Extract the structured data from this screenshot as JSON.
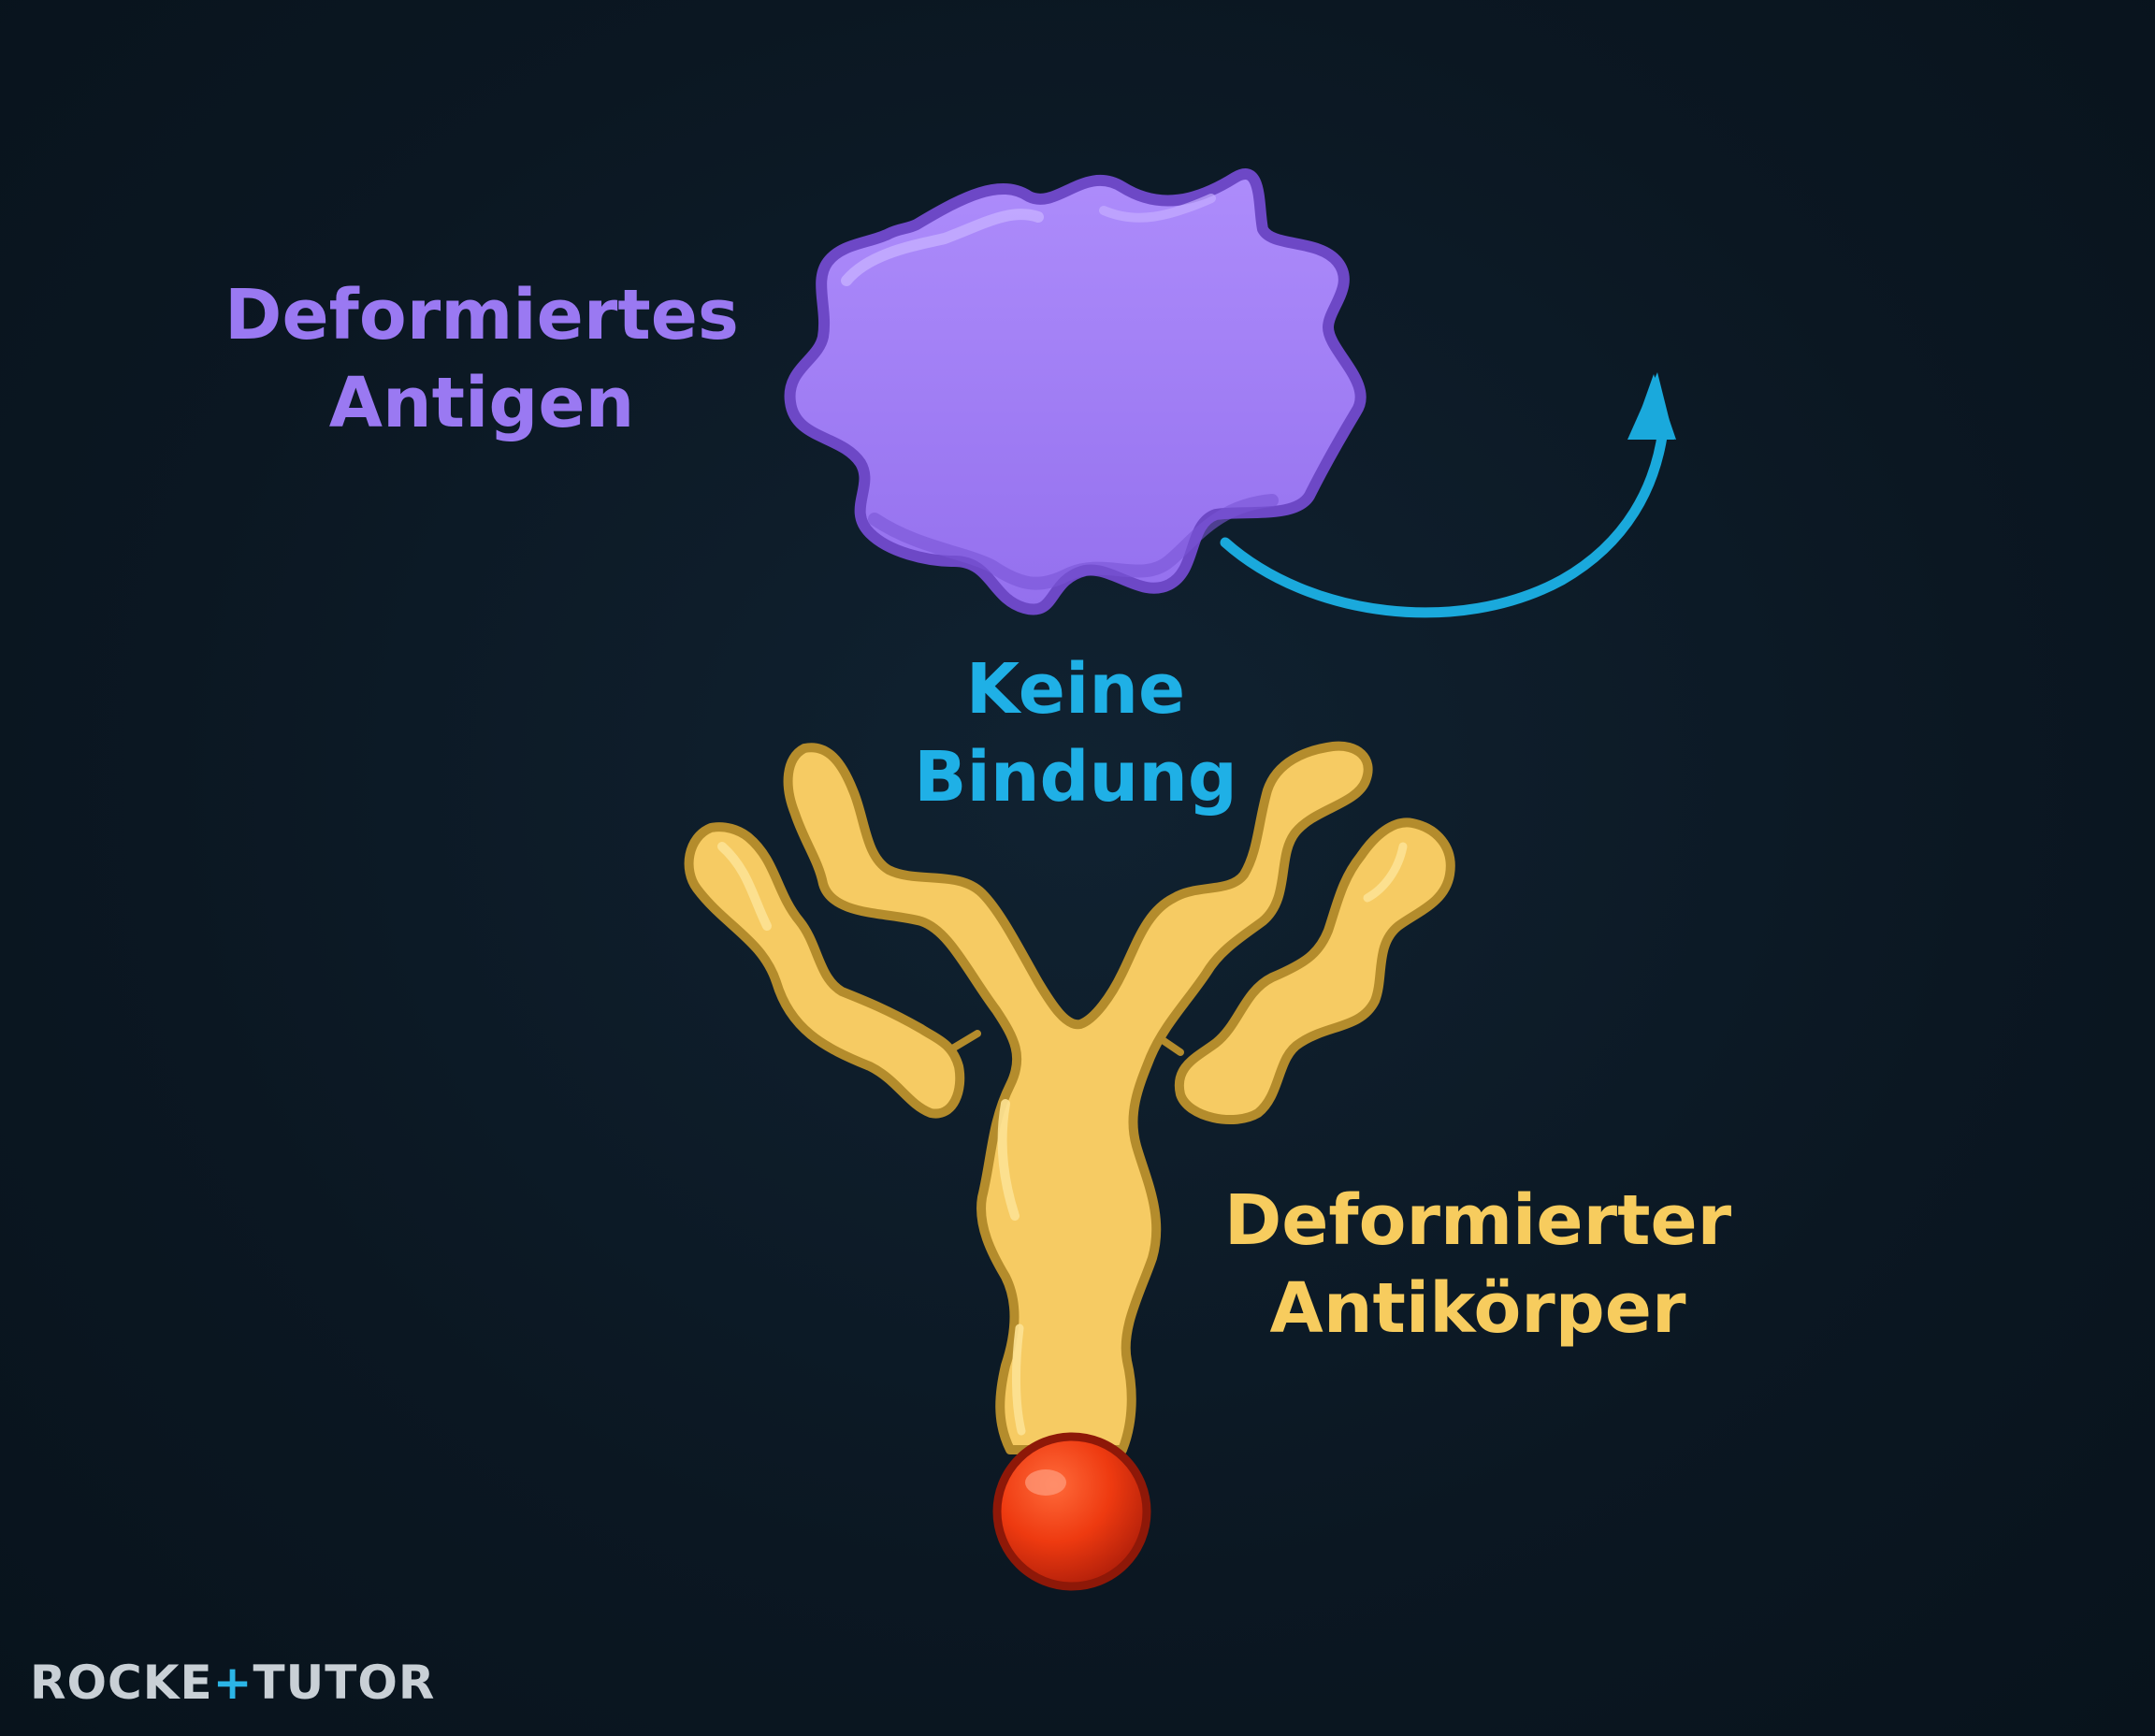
{
  "antigen": {
    "label_line1": "Deformiertes",
    "label_line2": "Antigen",
    "color": "#9a79f2",
    "fill": "#a07cf6",
    "outline": "#6f4dc9"
  },
  "no_binding": {
    "label_line1": "Keine",
    "label_line2": "Bindung",
    "color": "#1fb0e6",
    "arrow_color": "#1aa9dc"
  },
  "antibody": {
    "label_line1": "Deformierter",
    "label_line2": "Antikörper",
    "color": "#f7cc5e",
    "fill": "#f6cb63",
    "outline": "#b99230",
    "tail_ball_color": "#e2300f"
  },
  "logo": {
    "part1": "ROCKE",
    "plus": "+",
    "part2": "TUTOR",
    "text_color": "#c9d0d6",
    "accent_color": "#2bb5e6"
  }
}
